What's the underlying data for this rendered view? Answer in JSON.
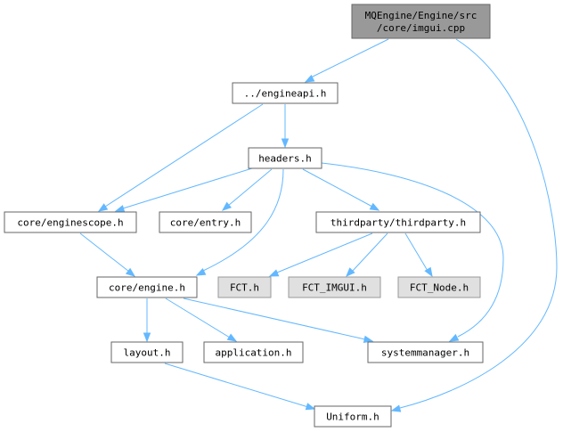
{
  "graph": {
    "nodes": {
      "root": {
        "lines": [
          "MQEngine/Engine/src",
          "/core/imgui.cpp"
        ],
        "kind": "root"
      },
      "engineapi": {
        "lines": [
          "../engineapi.h"
        ],
        "kind": "normal"
      },
      "headers": {
        "lines": [
          "headers.h"
        ],
        "kind": "normal"
      },
      "enginescope": {
        "lines": [
          "core/enginescope.h"
        ],
        "kind": "normal"
      },
      "entry": {
        "lines": [
          "core/entry.h"
        ],
        "kind": "normal"
      },
      "thirdparty": {
        "lines": [
          "thirdparty/thirdparty.h"
        ],
        "kind": "normal"
      },
      "engine": {
        "lines": [
          "core/engine.h"
        ],
        "kind": "normal"
      },
      "fct": {
        "lines": [
          "FCT.h"
        ],
        "kind": "missing"
      },
      "fct_imgui": {
        "lines": [
          "FCT_IMGUI.h"
        ],
        "kind": "missing"
      },
      "fct_node": {
        "lines": [
          "FCT_Node.h"
        ],
        "kind": "missing"
      },
      "layout": {
        "lines": [
          "layout.h"
        ],
        "kind": "normal"
      },
      "application": {
        "lines": [
          "application.h"
        ],
        "kind": "normal"
      },
      "systemmanager": {
        "lines": [
          "systemmanager.h"
        ],
        "kind": "normal"
      },
      "uniform": {
        "lines": [
          "Uniform.h"
        ],
        "kind": "normal"
      }
    },
    "edges": [
      [
        "root",
        "engineapi"
      ],
      [
        "root",
        "uniform"
      ],
      [
        "engineapi",
        "headers"
      ],
      [
        "engineapi",
        "enginescope"
      ],
      [
        "headers",
        "enginescope"
      ],
      [
        "headers",
        "entry"
      ],
      [
        "headers",
        "engine"
      ],
      [
        "headers",
        "thirdparty"
      ],
      [
        "headers",
        "systemmanager"
      ],
      [
        "enginescope",
        "engine"
      ],
      [
        "thirdparty",
        "fct"
      ],
      [
        "thirdparty",
        "fct_imgui"
      ],
      [
        "thirdparty",
        "fct_node"
      ],
      [
        "engine",
        "layout"
      ],
      [
        "engine",
        "application"
      ],
      [
        "engine",
        "systemmanager"
      ],
      [
        "layout",
        "uniform"
      ]
    ],
    "colors": {
      "edge": "#63b8ff",
      "root_fill": "#999999",
      "missing_fill": "#e0e0e0",
      "node_border": "#666666"
    }
  }
}
